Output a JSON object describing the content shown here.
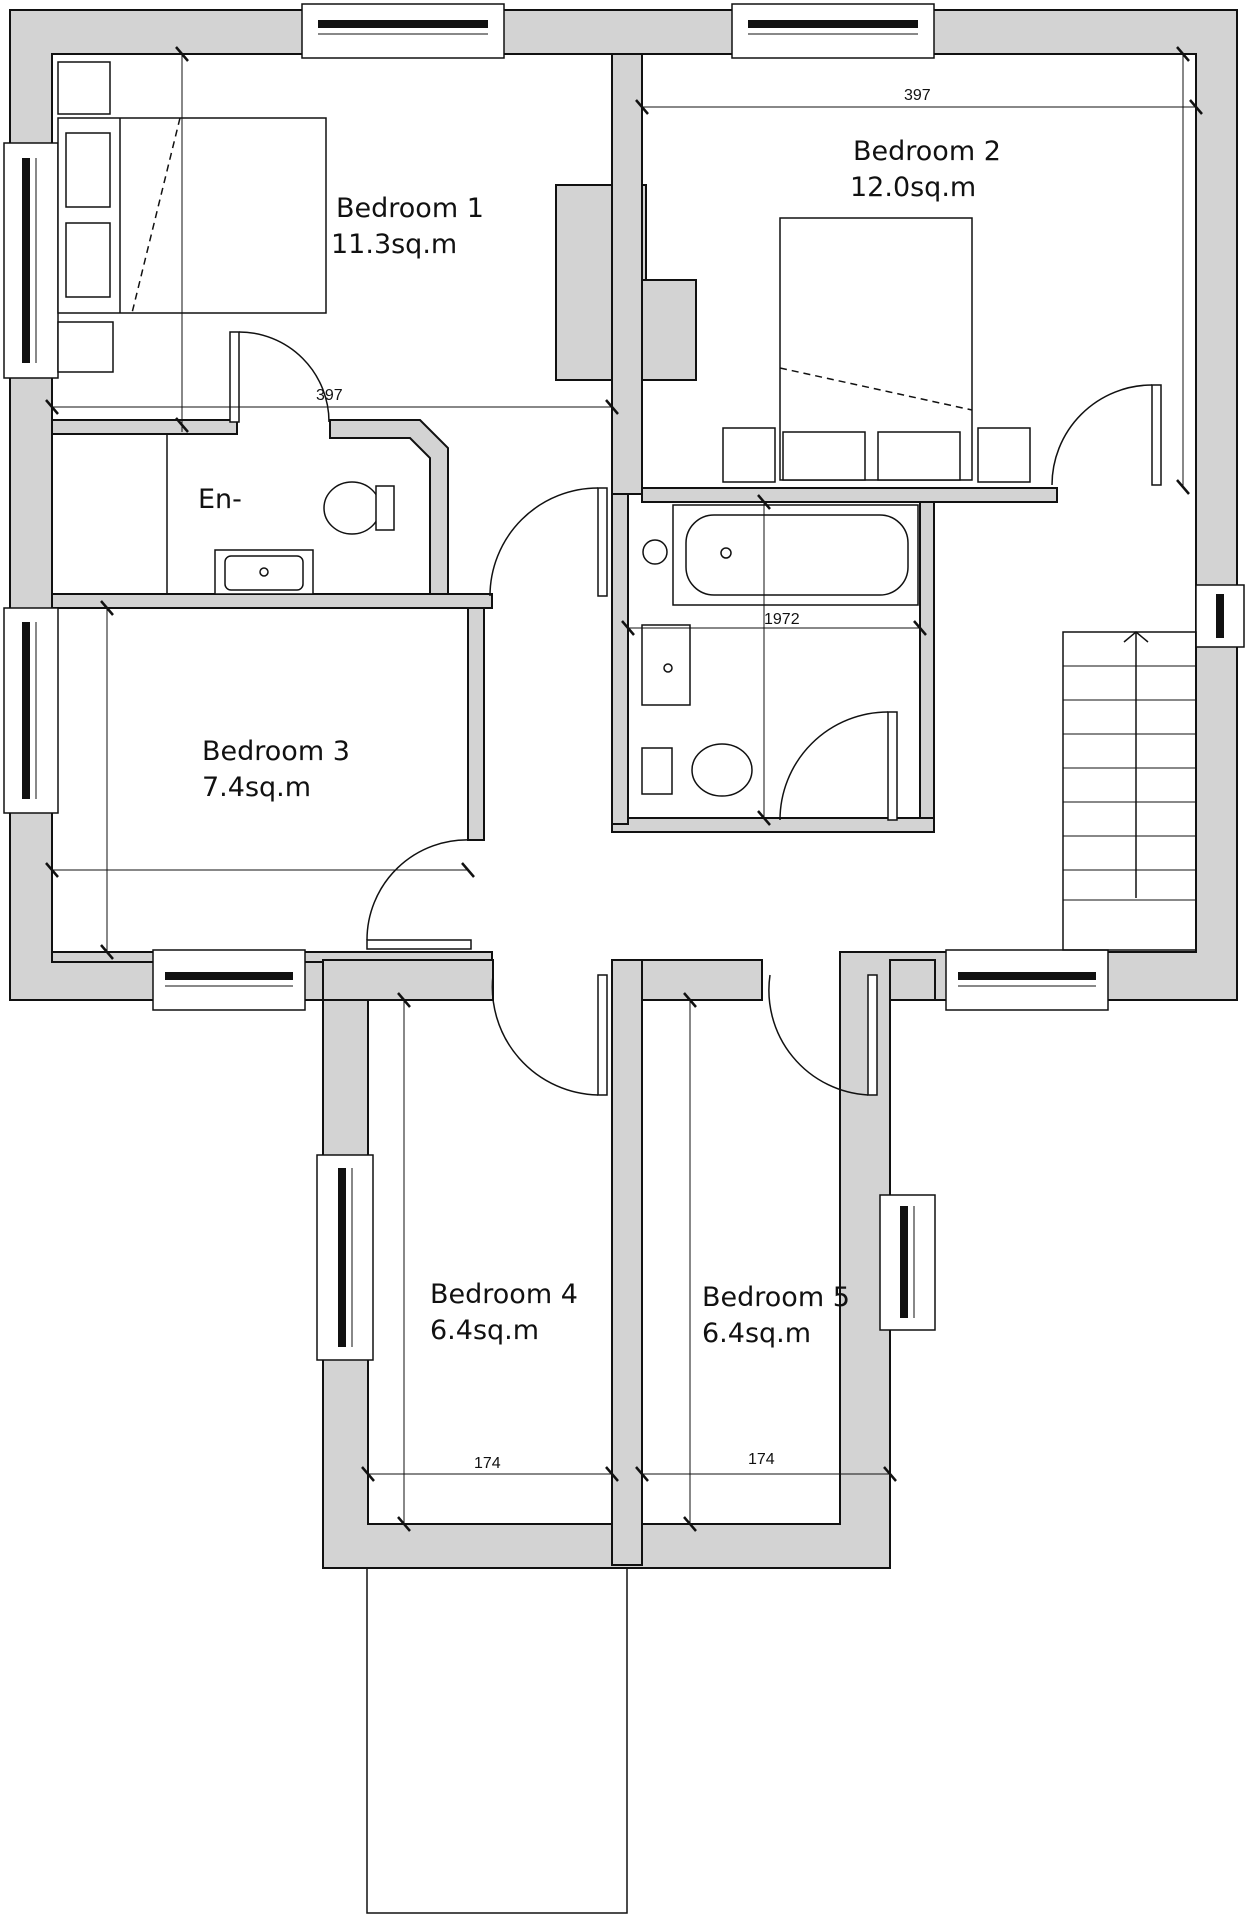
{
  "rooms": {
    "bedroom1": {
      "name": "Bedroom 1",
      "area": "11.3sq.m"
    },
    "bedroom2": {
      "name": "Bedroom 2",
      "area": "12.0sq.m"
    },
    "bedroom3": {
      "name": "Bedroom 3",
      "area": "7.4sq.m"
    },
    "bedroom4": {
      "name": "Bedroom 4",
      "area": "6.4sq.m"
    },
    "bedroom5": {
      "name": "Bedroom 5",
      "area": "6.4sq.m"
    },
    "ensuite": {
      "name": "En-"
    }
  },
  "dimensions": {
    "bedroom1_width": "397",
    "bedroom2_width": "397",
    "bathroom_width": "1972",
    "bedroom4_width": "174",
    "bedroom5_width": "174"
  },
  "colors": {
    "wall_fill": "#d3d3d3",
    "line": "#111111",
    "background": "#ffffff"
  }
}
